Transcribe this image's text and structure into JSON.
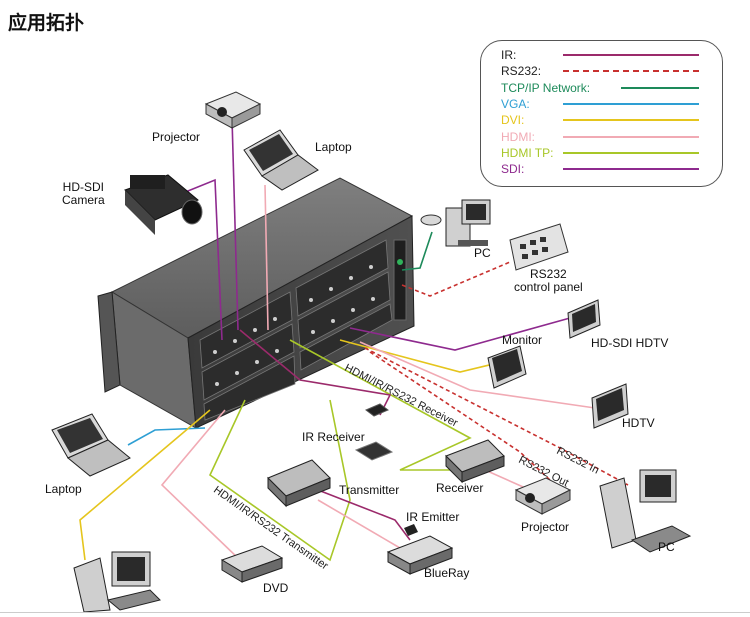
{
  "title": "应用拓扑",
  "legend": [
    {
      "label": "IR:",
      "color": "#9b2a6b",
      "style": "solid"
    },
    {
      "label": "RS232:",
      "color": "#c8312f",
      "style": "dashed"
    },
    {
      "label": "TCP/IP Network:",
      "color": "#1d8a5a",
      "style": "solid"
    },
    {
      "label": "VGA:",
      "color": "#2e9fd4",
      "style": "solid"
    },
    {
      "label": "DVI:",
      "color": "#e5c51d",
      "style": "solid"
    },
    {
      "label": "HDMI:",
      "color": "#f1aab4",
      "style": "solid"
    },
    {
      "label": "HDMI TP:",
      "color": "#a8c728",
      "style": "solid"
    },
    {
      "label": "SDI:",
      "color": "#8e2a8e",
      "style": "solid"
    }
  ],
  "devices": {
    "projector_top": "Projector",
    "laptop_top": "Laptop",
    "camera": "HD-SDI\nCamera",
    "pc_top": "PC",
    "control_panel": "RS232\ncontrol panel",
    "monitor": "Monitor",
    "hdtv_sdi": "HD-SDI HDTV",
    "hdtv": "HDTV",
    "ir_receiver": "IR Receiver",
    "laptop_left": "Laptop",
    "transmitter": "Transmitter",
    "receiver": "Receiver",
    "ir_emitter": "IR Emitter",
    "projector_bottom": "Projector",
    "pc_bottom": "PC",
    "dvd": "DVD",
    "bluray": "BlueRay"
  },
  "cable_labels": {
    "hdmi_ir_rs232_receiver": "HDMI/IR/RS232 Receiver",
    "hdmi_ir_rs232_transmitter": "HDMI/IR/RS232 Transmitter",
    "rs232_in": "RS232 In",
    "rs232_out": "RS232 Out"
  }
}
